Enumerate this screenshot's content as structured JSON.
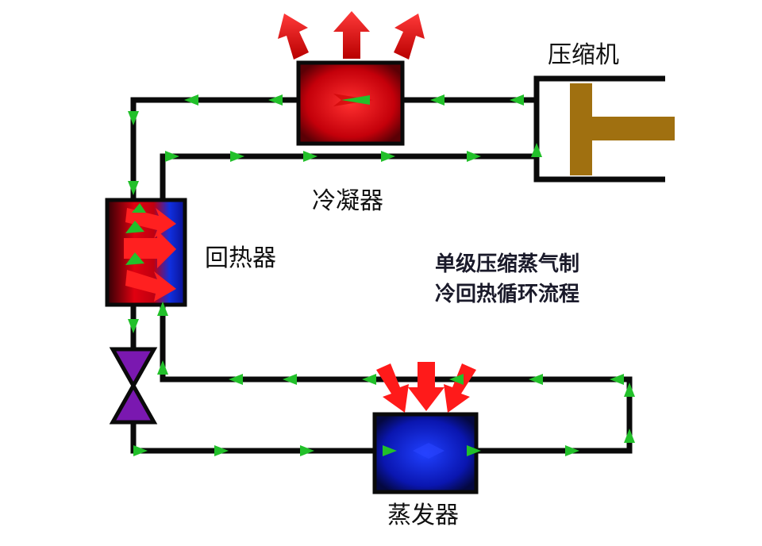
{
  "labels": {
    "compressor": "压缩机",
    "condenser": "冷凝器",
    "regenerator": "回热器",
    "evaporator": "蒸发器"
  },
  "title": {
    "line1": "单级压缩蒸气制",
    "line2": "冷回热循环流程"
  },
  "colors": {
    "pipe": "#0a0a0a",
    "flow_arrow": "#22c02a",
    "heat_out": "#ff1a1a",
    "condenser_fill": "#d00010",
    "evaporator_fill": "#1020d0",
    "valve": "#8a20c0",
    "piston": "#a07010"
  }
}
